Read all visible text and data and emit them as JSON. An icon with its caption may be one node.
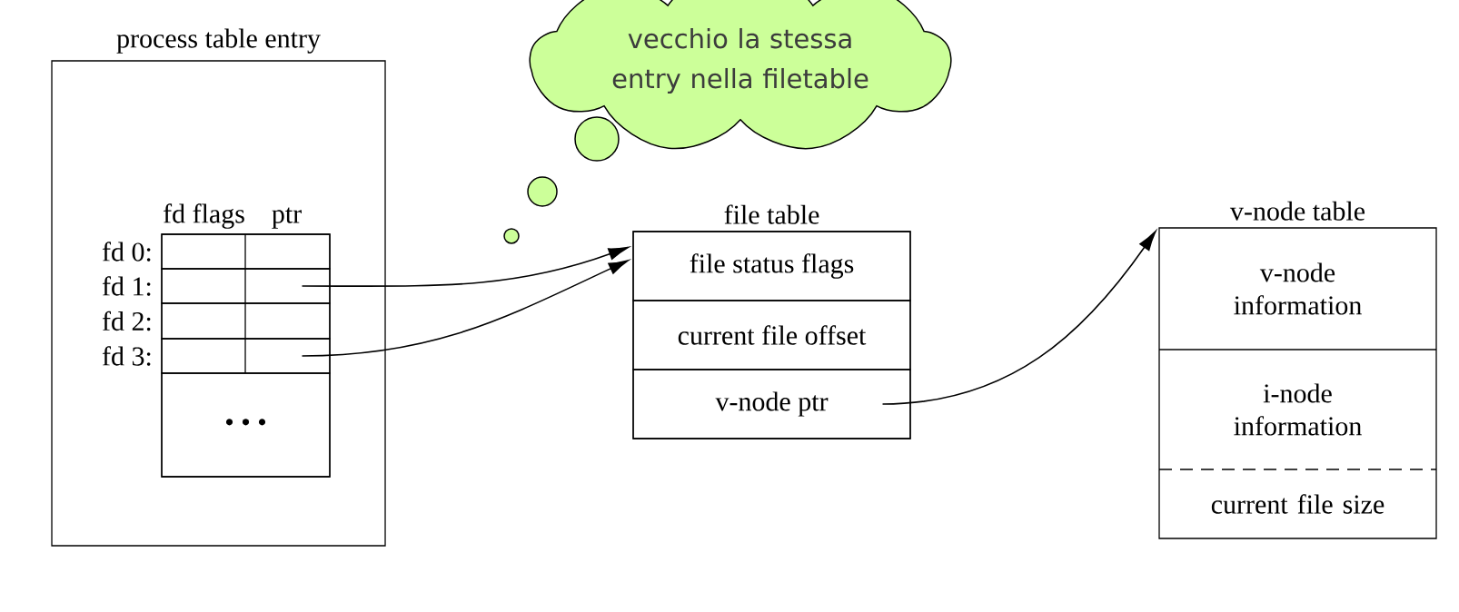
{
  "diagram": {
    "nodes": [
      {
        "text": [
          "process table entry"
        ]
      },
      {
        "text": [
          "fd flags",
          "ptr"
        ],
        "in": 0
      },
      {
        "text": [
          "fd 0:"
        ],
        "in": 1
      },
      {
        "text": [
          "fd 1:"
        ],
        "in": 1
      },
      {
        "text": [
          "fd 2:"
        ],
        "in": 1
      },
      {
        "text": [
          "fd 3:"
        ],
        "in": 1
      },
      {
        "text": [
          "• • •"
        ],
        "in": 1
      },
      {
        "text": [
          "file table"
        ]
      },
      {
        "text": [
          "file status flags"
        ],
        "in": 7
      },
      {
        "text": [
          "current file offset"
        ],
        "in": 7
      },
      {
        "text": [
          "v-node ptr"
        ],
        "in": 7
      },
      {
        "text": [
          "v-node table"
        ]
      },
      {
        "text": [
          "v-node information"
        ],
        "in": 11
      },
      {
        "text": [
          "i-node information"
        ],
        "in": 11
      },
      {
        "text": [
          "current file size"
        ],
        "in": 11
      },
      {
        "text": [
          "vecchio la stessa entry nella filetable"
        ]
      }
    ],
    "edges": [
      {
        "from": 3,
        "to": 8,
        "arrow": "to"
      },
      {
        "from": 5,
        "to": 8,
        "arrow": "to"
      },
      {
        "from": 10,
        "to": 11,
        "arrow": "to"
      }
    ]
  }
}
